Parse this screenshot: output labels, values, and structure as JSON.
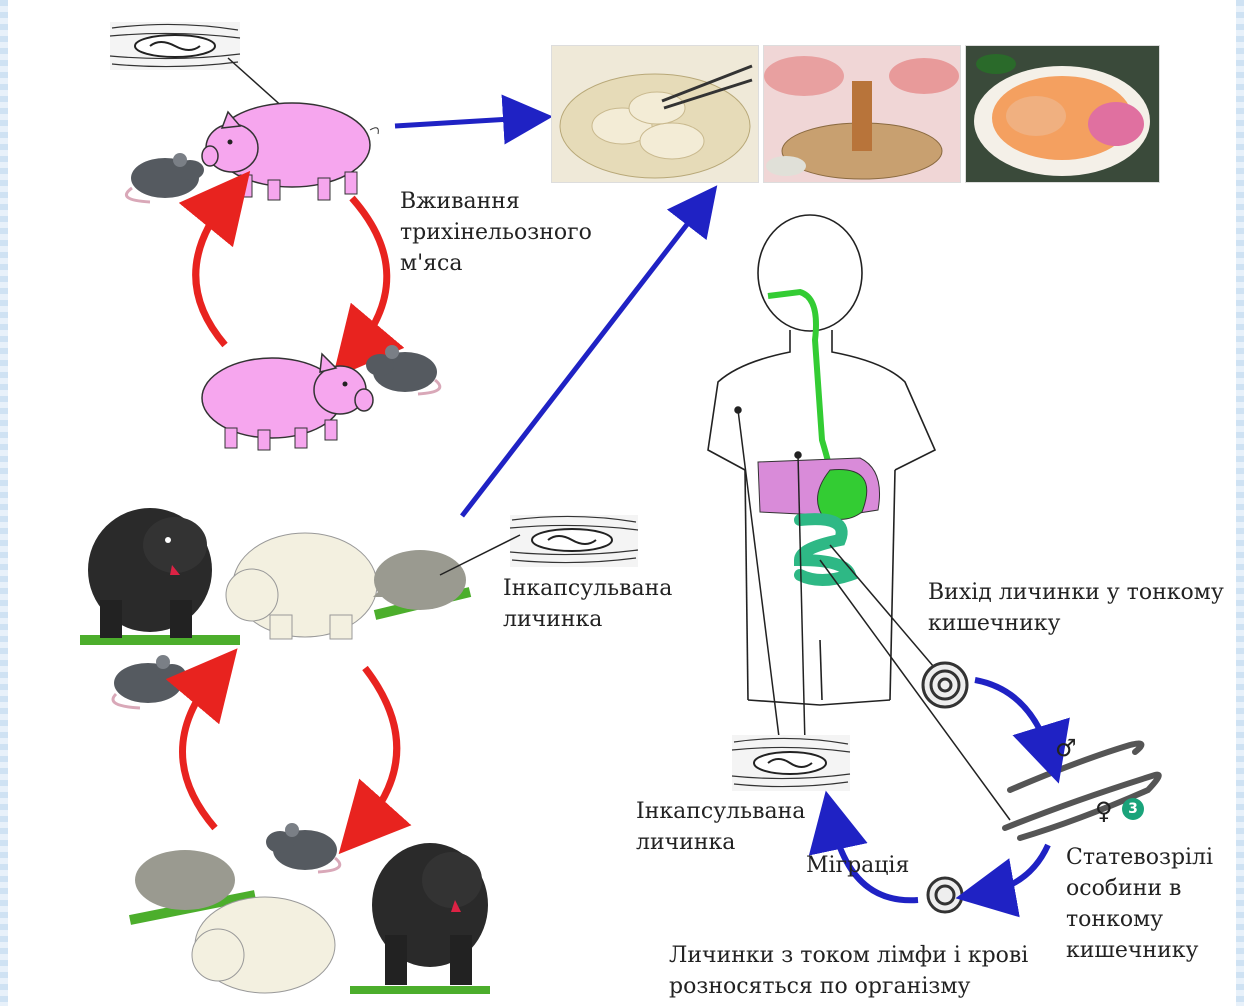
{
  "labels": {
    "eating": [
      "Вживання",
      "трихінельозного",
      "м'яса"
    ],
    "encapsulated_top": [
      "Інкапсульвана",
      "личинка"
    ],
    "encapsulated_bottom": [
      "Інкапсульвана",
      "личинка"
    ],
    "exit_larva": [
      "Вихід личинки у тонкому",
      "кишечнику"
    ],
    "migration": "Міграція",
    "mature": [
      "Статевозрілі",
      "особини в",
      "тонкому",
      "кишечнику"
    ],
    "lymph": [
      "Личинки з током лімфи і крові",
      "розносяться по організму"
    ]
  },
  "symbols": {
    "male": "♂",
    "female": "♀",
    "badge": "3"
  },
  "colors": {
    "red_arrow": "#e8231f",
    "blue_arrow": "#1f22c4",
    "pig": "#f6a6ee",
    "digestive": "#33cc33",
    "intestine": "#2eb885",
    "liver": "#d98bd9",
    "bear_black": "#2a2a2a",
    "bear_white": "#f3f0e0",
    "boar": "#9a9a90",
    "rat": "#555a60",
    "grass": "#4cae2c"
  }
}
